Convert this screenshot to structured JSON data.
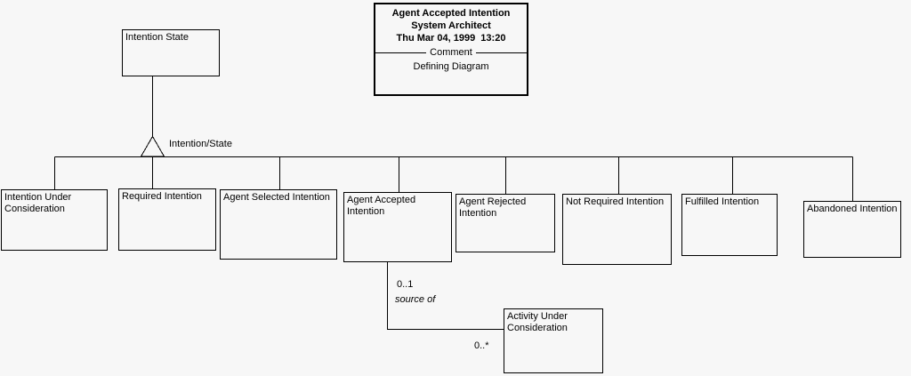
{
  "title_box": {
    "title": "Agent Accepted Intention",
    "subtitle": "System Architect",
    "timestamp": "Thu Mar 04, 1999  13:20",
    "separator_label": "Comment",
    "comment": "Defining Diagram"
  },
  "parent_node": {
    "label": "Intention State"
  },
  "generalization_label": "Intention/State",
  "child_nodes": [
    {
      "label": "Intention Under Consideration"
    },
    {
      "label": "Required Intention"
    },
    {
      "label": "Agent Selected Intention"
    },
    {
      "label": "Agent Accepted Intention"
    },
    {
      "label": "Agent Rejected Intention"
    },
    {
      "label": "Not Required Intention"
    },
    {
      "label": "Fulfilled Intention"
    },
    {
      "label": "Abandoned Intention"
    }
  ],
  "association": {
    "source_cardinality": "0..1",
    "label": "source of",
    "target_cardinality": "0..*",
    "target_node": {
      "label": "Activity Under Consideration"
    }
  },
  "colors": {
    "background": "#f7f7f7",
    "line": "#000000",
    "text": "#000000"
  }
}
